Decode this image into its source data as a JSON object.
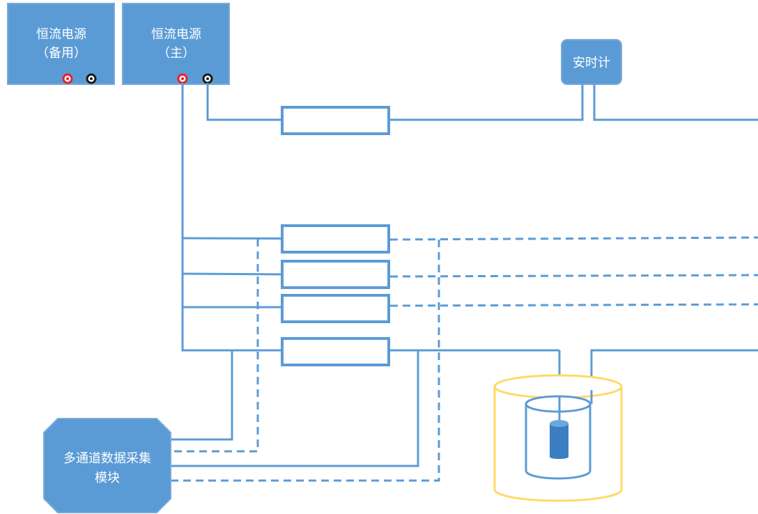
{
  "components": {
    "backup_supply": {
      "line1": "恒流电源",
      "line2": "（备用）"
    },
    "main_supply": {
      "line1": "恒流电源",
      "line2": "（主）"
    },
    "ah_meter": {
      "label": "安时计"
    },
    "daq_module": {
      "line1": "多通道数据采集",
      "line2": "模块"
    }
  },
  "colors": {
    "box_fill": "#5b9bd5",
    "box_stroke": "#7aaad8",
    "wire": "#5b9bd5",
    "cell_outline": "#ffd966",
    "terminal_positive": "#e8202a",
    "terminal_negative": "#1a1a1a"
  }
}
